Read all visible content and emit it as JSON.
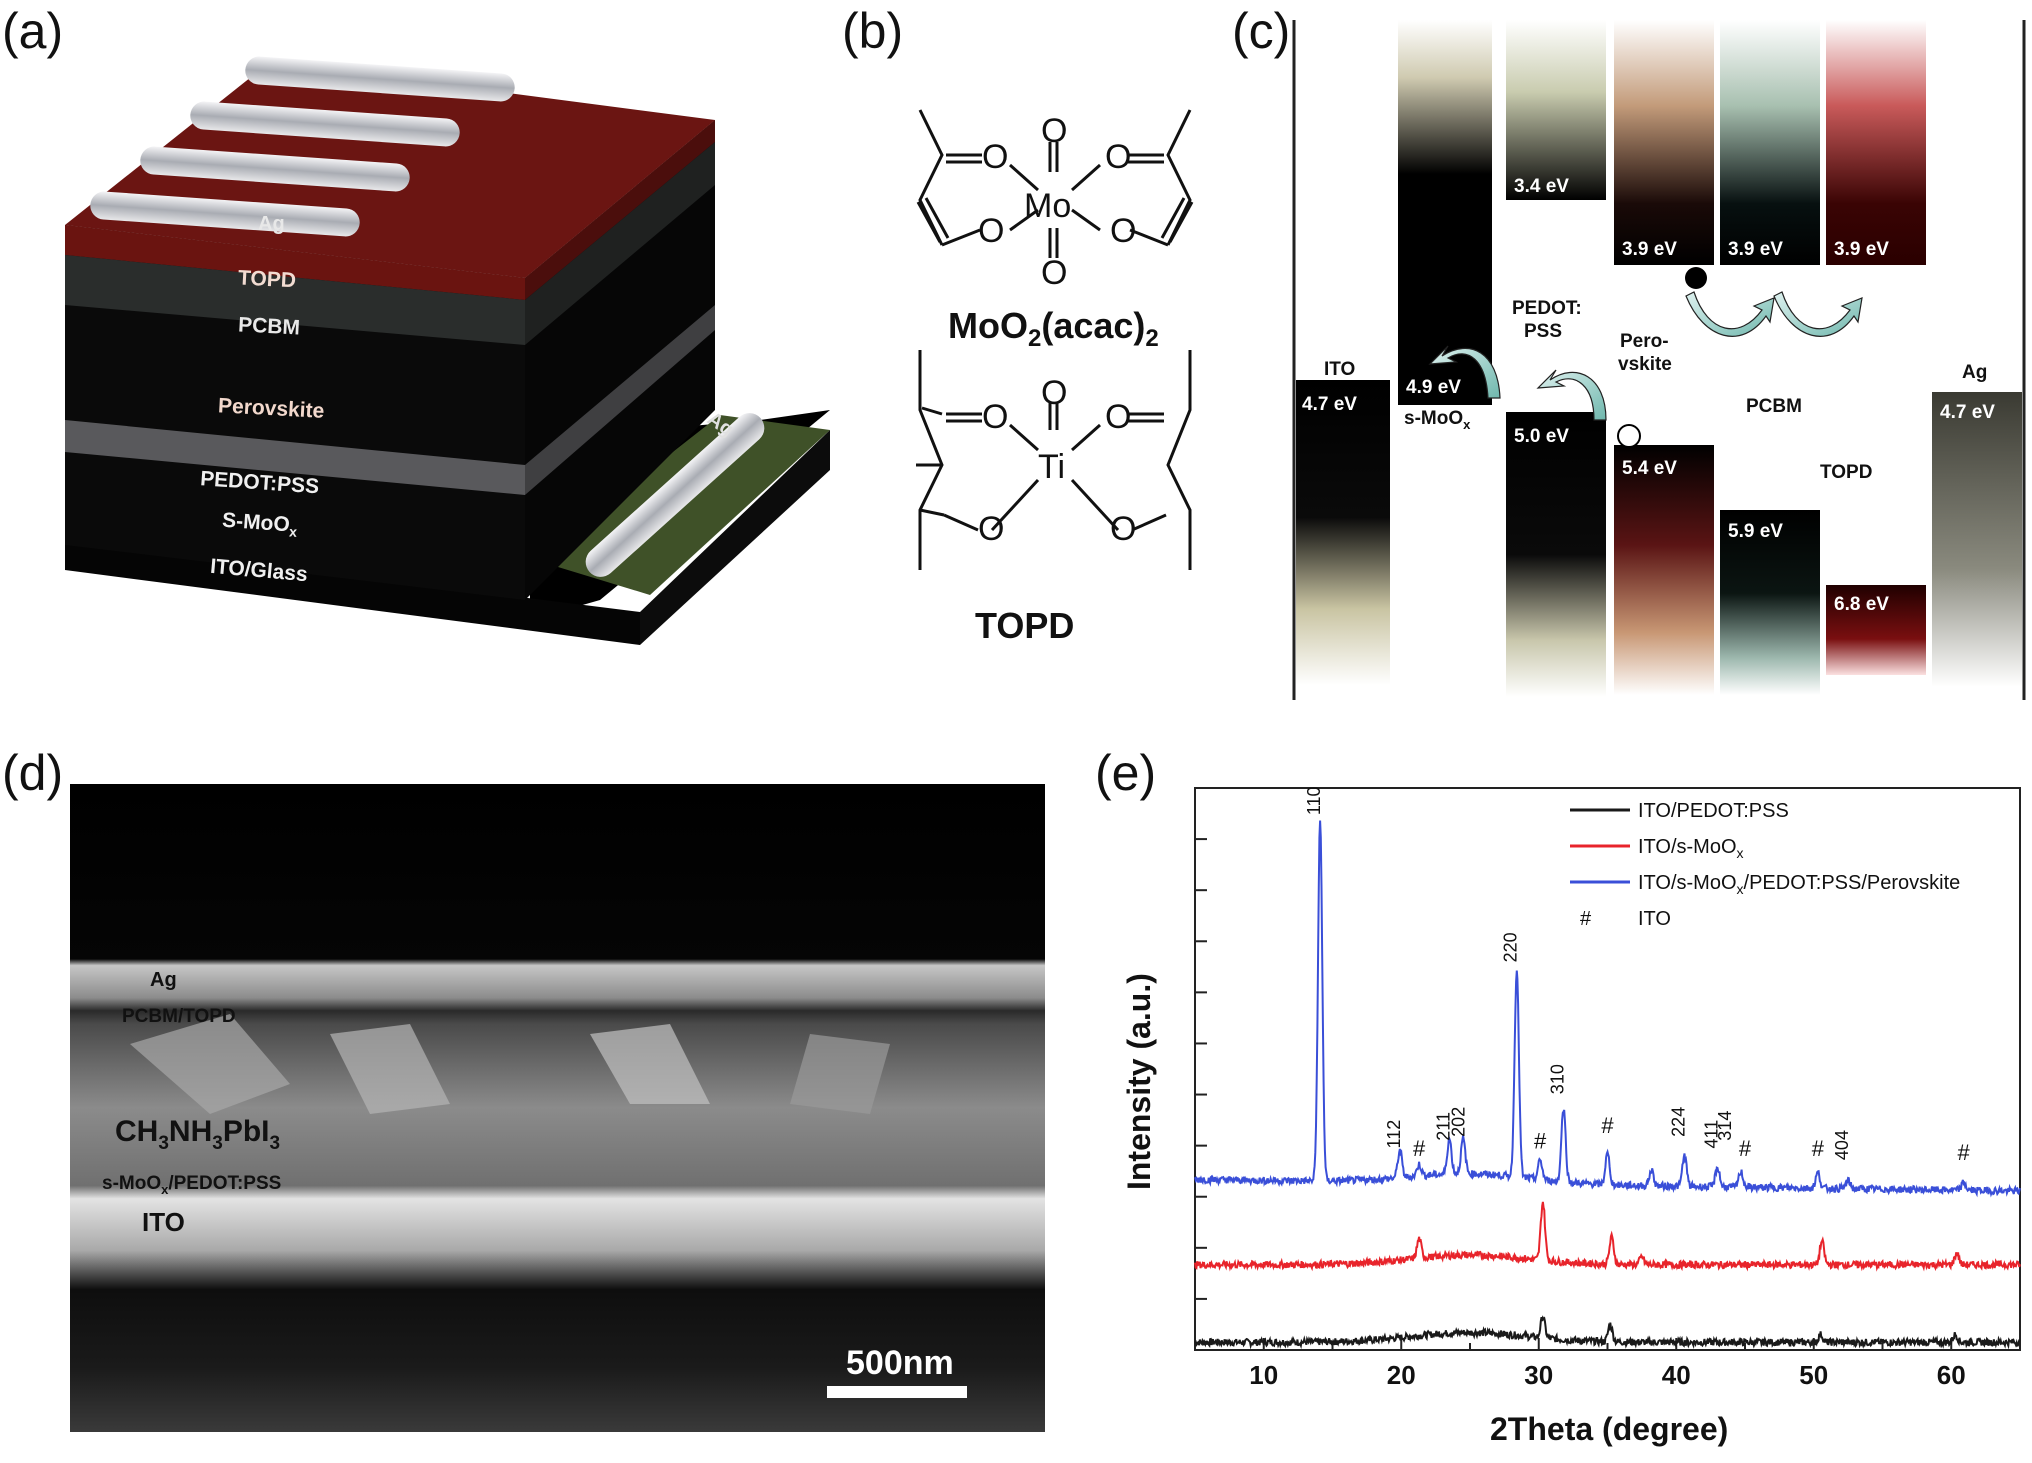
{
  "panels": {
    "a": "(a)",
    "b": "(b)",
    "c": "(c)",
    "d": "(d)",
    "e": "(e)"
  },
  "device": {
    "layers": [
      "TOPD",
      "PCBM",
      "Perovskite",
      "PEDOT:PSS",
      "S-MoO",
      "x",
      "ITO/Glass"
    ],
    "electrode_top": "Ag",
    "electrode_side": "Ag"
  },
  "structures": {
    "mo_atom": "Mo",
    "ti_atom": "Ti",
    "o": "O",
    "mo_name_main": "MoO",
    "mo_name_sub1": "2",
    "mo_name_mid": "(acac)",
    "mo_name_sub2": "2",
    "ti_name": "TOPD"
  },
  "energy": {
    "values": {
      "ito": "4.7 eV",
      "smoox": "4.9 eV",
      "pedot_top": "3.4 eV",
      "pedot_bot": "5.0 eV",
      "pero_top": "3.9 eV",
      "pero_bot": "5.4 eV",
      "pcbm_top": "3.9 eV",
      "pcbm_bot": "5.9 eV",
      "topd_top": "3.9 eV",
      "topd_bot": "6.8 eV",
      "ag": "4.7 eV"
    },
    "labels": {
      "ito": "ITO",
      "smoox": "s-MoO",
      "smoox_sub": "x",
      "pedot1": "PEDOT:",
      "pedot2": "PSS",
      "pero1": "Pero-",
      "pero2": "vskite",
      "pcbm": "PCBM",
      "topd": "TOPD",
      "ag": "Ag"
    }
  },
  "sem": {
    "labels": {
      "ag": "Ag",
      "pcbm": "PCBM/TOPD",
      "perovskite_main": "CH",
      "p_sub1": "3",
      "p_mid": "NH",
      "p_sub2": "3",
      "p_end": "PbI",
      "p_sub3": "3",
      "moox": "s-MoO",
      "moox_sub": "x",
      "moox_end": "/PEDOT:PSS",
      "ito": "ITO"
    },
    "scale_bar": "500nm"
  },
  "chart_data": {
    "type": "line",
    "xlabel": "2Theta (degree)",
    "ylabel": "Intensity (a.u.)",
    "xlim": [
      5,
      65
    ],
    "xticks": [
      "10",
      "20",
      "30",
      "40",
      "50",
      "60"
    ],
    "legend_position": "top-right",
    "series": [
      {
        "name": "ITO/PEDOT:PSS",
        "color": "#1a1a1a",
        "baseline": 0.02,
        "peaks": [
          [
            30.3,
            0.055
          ],
          [
            35.2,
            0.045
          ],
          [
            50.5,
            0.02
          ],
          [
            60.3,
            0.02
          ]
        ]
      },
      {
        "name": "ITO/s-MoO_x",
        "color": "#e8242b",
        "baseline": 0.22,
        "peaks": [
          [
            21.3,
            0.05
          ],
          [
            30.3,
            0.15
          ],
          [
            35.3,
            0.07
          ],
          [
            37.5,
            0.02
          ],
          [
            50.6,
            0.06
          ],
          [
            60.4,
            0.03
          ]
        ]
      },
      {
        "name": "ITO/s-MoO_x/PEDOT:PSS/Perovskite",
        "color": "#3a4fd8",
        "baseline": 0.44,
        "peaks": [
          [
            14.1,
            0.93
          ],
          [
            19.9,
            0.07
          ],
          [
            21.3,
            0.03
          ],
          [
            23.5,
            0.09
          ],
          [
            24.5,
            0.09
          ],
          [
            28.4,
            0.54
          ],
          [
            30.1,
            0.05
          ],
          [
            31.8,
            0.19
          ],
          [
            35.0,
            0.08
          ],
          [
            38.2,
            0.04
          ],
          [
            40.6,
            0.08
          ],
          [
            43.0,
            0.05
          ],
          [
            44.7,
            0.04
          ],
          [
            50.3,
            0.04
          ],
          [
            52.5,
            0.02
          ],
          [
            60.9,
            0.02
          ]
        ]
      }
    ],
    "peak_labels": [
      {
        "text": "110",
        "x": 14.1,
        "y": 1.38
      },
      {
        "text": "112",
        "x": 19.9,
        "y": 0.52
      },
      {
        "text": "#",
        "x": 21.3,
        "y": 0.5
      },
      {
        "text": "211",
        "x": 23.5,
        "y": 0.54
      },
      {
        "text": "202",
        "x": 24.6,
        "y": 0.55
      },
      {
        "text": "220",
        "x": 28.4,
        "y": 1.0
      },
      {
        "text": "#",
        "x": 30.1,
        "y": 0.52
      },
      {
        "text": "310",
        "x": 31.8,
        "y": 0.66
      },
      {
        "text": "#",
        "x": 35.0,
        "y": 0.56
      },
      {
        "text": "224",
        "x": 40.6,
        "y": 0.55
      },
      {
        "text": "411",
        "x": 43.0,
        "y": 0.52
      },
      {
        "text": "314",
        "x": 44.0,
        "y": 0.54
      },
      {
        "text": "#",
        "x": 45.0,
        "y": 0.5
      },
      {
        "text": "#",
        "x": 50.3,
        "y": 0.5
      },
      {
        "text": "404",
        "x": 52.5,
        "y": 0.49
      },
      {
        "text": "#",
        "x": 60.9,
        "y": 0.49
      }
    ],
    "legend_hash": "#",
    "legend_hash_label": "ITO"
  }
}
